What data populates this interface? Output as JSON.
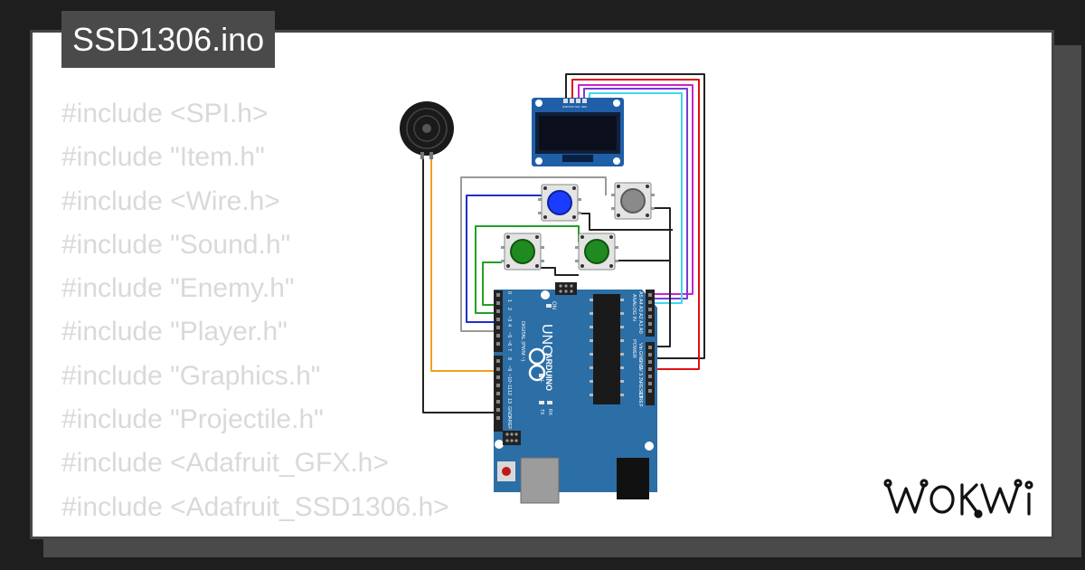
{
  "header": {
    "filename": "SSD1306.ino"
  },
  "code": {
    "lines": [
      "#include <SPI.h>",
      "#include \"Item.h\"",
      "#include <Wire.h>",
      "#include \"Sound.h\"",
      "#include \"Enemy.h\"",
      "#include \"Player.h\"",
      "#include \"Graphics.h\"",
      "#include \"Projectile.h\"",
      "#include <Adafruit_GFX.h>",
      "#include <Adafruit_SSD1306.h>"
    ]
  },
  "brand": {
    "logo_text": "WOKWI"
  },
  "board": {
    "model_label": "UNO",
    "brand_label": "ARDUINO",
    "on_label": "ON",
    "digital_label": "DIGITAL (PWM ~)",
    "analog_label": "ANALOG IN",
    "power_label": "POWER",
    "tx_label": "TX",
    "rx_label": "RX",
    "l_label": "L",
    "digital_pins_top": [
      "0",
      "1",
      "2",
      "~3",
      "4",
      "~5",
      "~6",
      "7"
    ],
    "digital_pins_bottom": [
      "8",
      "~9",
      "~10",
      "~11",
      "12",
      "13",
      "GND",
      "AREF"
    ],
    "analog_pins": [
      "A5",
      "A4",
      "A3",
      "A2",
      "A1",
      "A0"
    ],
    "power_pins": [
      "Vin",
      "GND",
      "GND",
      "5V",
      "3.3V",
      "RESET",
      "IOREF"
    ]
  },
  "oled": {
    "pin_labels": [
      "GND",
      "VCC",
      "SCL",
      "SDA"
    ]
  },
  "colors": {
    "board_blue": "#2c6ea6",
    "button_blue": "#1a3cff",
    "button_green": "#1f8a1f",
    "button_gray": "#8a8a8a",
    "wire_red": "#e01010",
    "wire_magenta": "#cc22cc",
    "wire_purple": "#7a3ad8",
    "wire_cyan": "#3ed8f0",
    "wire_orange": "#f0a020",
    "wire_green": "#22a022",
    "wire_navy": "#1c2fcc",
    "wire_gray": "#9a9a9a",
    "wire_black": "#222222"
  }
}
